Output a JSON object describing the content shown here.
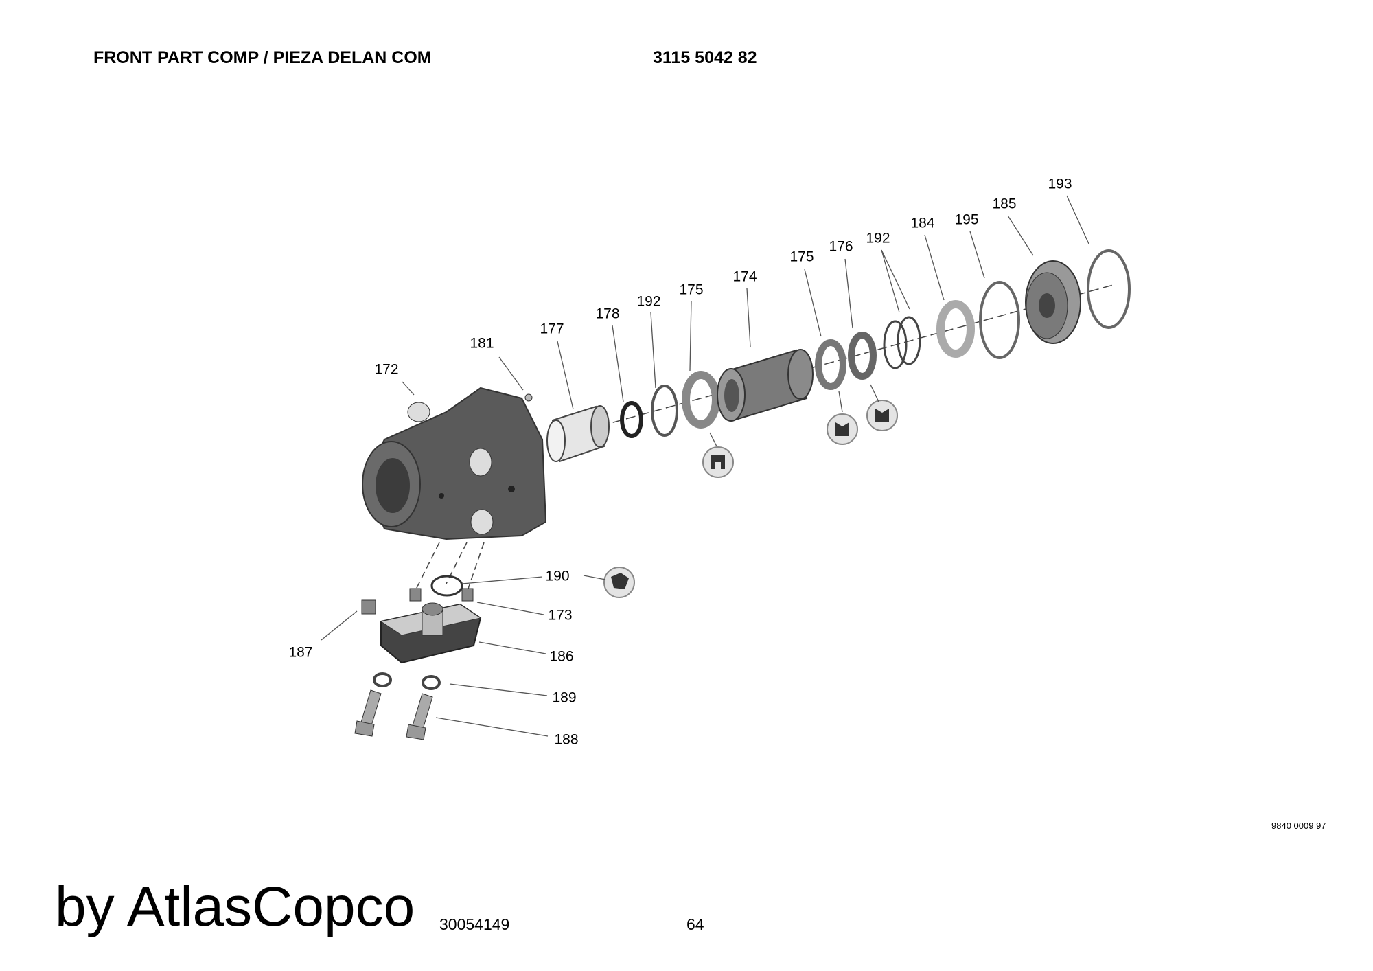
{
  "header": {
    "title": "FRONT PART COMP / PIEZA DELAN COM",
    "part_number": "3115 5042 82"
  },
  "callouts": {
    "c172": "172",
    "c181": "181",
    "c177": "177",
    "c178": "178",
    "c192a": "192",
    "c175a": "175",
    "c174": "174",
    "c175b": "175",
    "c176": "176",
    "c192b": "192",
    "c184": "184",
    "c195": "195",
    "c185": "185",
    "c193": "193",
    "c190": "190",
    "c173": "173",
    "c187": "187",
    "c186": "186",
    "c189": "189",
    "c188": "188"
  },
  "footer": {
    "drawing_code": "9840 0009 97",
    "page": "64",
    "doc_number": "30054149",
    "watermark": "by AtlasCopco"
  }
}
